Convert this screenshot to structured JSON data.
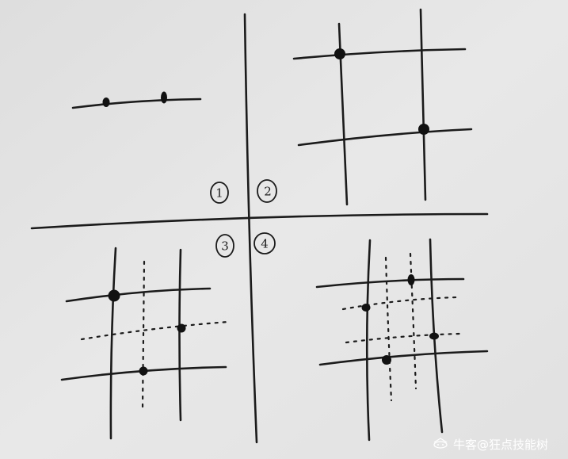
{
  "quadrant_labels": [
    "1",
    "2",
    "3",
    "4"
  ],
  "watermark": {
    "text": "牛客@狂点技能树"
  }
}
